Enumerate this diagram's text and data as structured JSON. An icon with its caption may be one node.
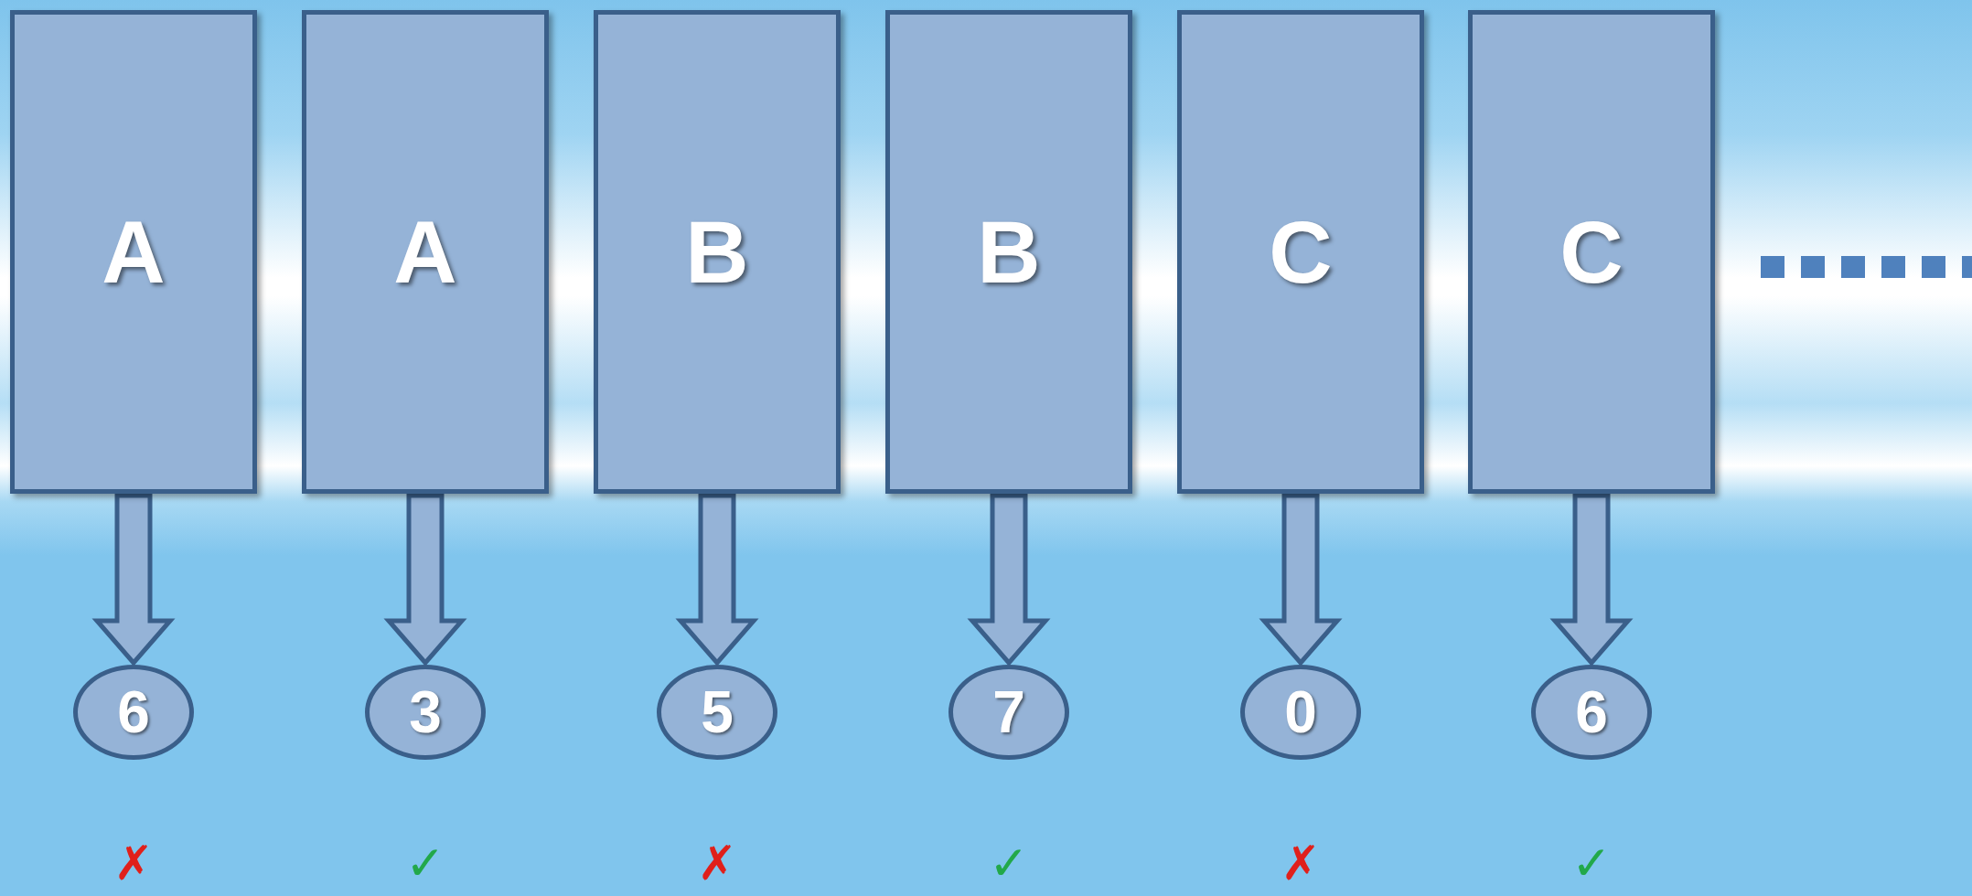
{
  "diagram": {
    "nodes": [
      {
        "text": [
          "A"
        ]
      },
      {
        "text": [
          "A"
        ]
      },
      {
        "text": [
          "B"
        ]
      },
      {
        "text": [
          "B"
        ]
      },
      {
        "text": [
          "C"
        ]
      },
      {
        "text": [
          "C"
        ]
      },
      {
        "text": [
          "6"
        ]
      },
      {
        "text": [
          "3"
        ]
      },
      {
        "text": [
          "5"
        ]
      },
      {
        "text": [
          "7"
        ]
      },
      {
        "text": [
          "0"
        ]
      },
      {
        "text": [
          "6"
        ]
      }
    ],
    "edges": [
      {
        "from": 0,
        "to": 6,
        "arrow": "to"
      },
      {
        "from": 1,
        "to": 7,
        "arrow": "to"
      },
      {
        "from": 2,
        "to": 8,
        "arrow": "to"
      },
      {
        "from": 3,
        "to": 9,
        "arrow": "to"
      },
      {
        "from": 4,
        "to": 10,
        "arrow": "to"
      },
      {
        "from": 5,
        "to": 11,
        "arrow": "to"
      }
    ],
    "labels": [
      "✗",
      "✓",
      "✗",
      "✓",
      "✗",
      "✓"
    ]
  }
}
